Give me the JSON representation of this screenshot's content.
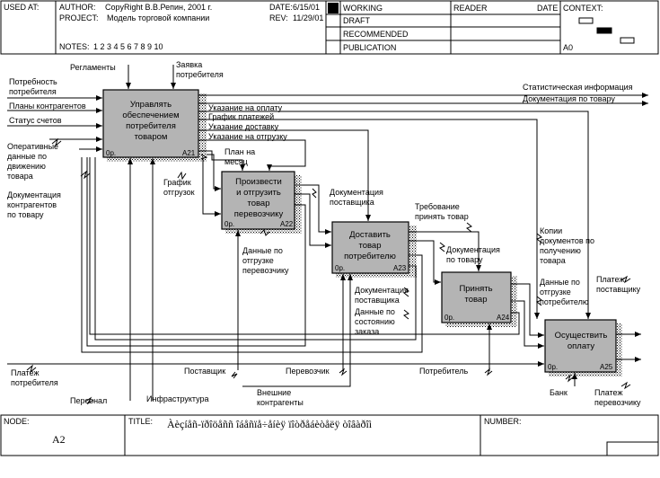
{
  "header": {
    "used_at": "USED AT:",
    "author_label": "AUTHOR:",
    "author": "CopyRight В.В.Репин, 2001 г.",
    "project_label": "PROJECT:",
    "project": "Модель торговой компании",
    "notes_label": "NOTES:",
    "notes": "1 2 3 4 5 6 7 8 9 10",
    "date_label": "DATE:",
    "date": "6/15/01",
    "rev_label": "REV:",
    "rev": "11/29/01",
    "status": [
      "WORKING",
      "DRAFT",
      "RECOMMENDED",
      "PUBLICATION"
    ],
    "reader_label": "READER",
    "reader_date_label": "DATE",
    "context_label": "CONTEXT:",
    "context_node": "A0"
  },
  "boxes": [
    {
      "title": [
        "Управлять",
        "обеспечением",
        "потребителя",
        "товаром"
      ],
      "cost": "0р.",
      "number": "A21"
    },
    {
      "title": [
        "Произвести",
        "и отгрузить",
        "товар",
        "перевозчику"
      ],
      "cost": "0р.",
      "number": "A22"
    },
    {
      "title": [
        "Доставить",
        "товар",
        "потребителю"
      ],
      "cost": "0р.",
      "number": "A23"
    },
    {
      "title": [
        "Принять",
        "товар"
      ],
      "cost": "0р.",
      "number": "A24"
    },
    {
      "title": [
        "Осуществить",
        "оплату"
      ],
      "cost": "0р.",
      "number": "A25"
    }
  ],
  "labels": {
    "reglamenty": "Регламенты",
    "zayavka": [
      "Заявка",
      "потребителя"
    ],
    "potrebnost": [
      "Потребность",
      "потребителя"
    ],
    "plany": "Планы контрагентов",
    "status_schetov": "Статус счетов",
    "operativnye": [
      "Оперативные",
      "данные по",
      "движению",
      "товара"
    ],
    "dokumentaciya_kontr": [
      "Документация",
      "контрагентов",
      "по товару"
    ],
    "stat_info": "Статистическая информация",
    "dok_po_tovaru": "Документация по товару",
    "ukazanie_oplatu": "Указание на оплату",
    "grafik_platezhey": "График платежей",
    "ukazanie_dostavku": "Указание доставку",
    "ukazanie_otgruzku": "Указание на отгрузку",
    "plan_na_mesyac": [
      "План на",
      "месяц"
    ],
    "grafik_otgruzok": [
      "График",
      "отгрузок"
    ],
    "dok_postavschika1": [
      "Документация",
      "поставщика"
    ],
    "dannye_po_otgruzke": [
      "Данные по",
      "отгрузке",
      "перевозчику"
    ],
    "trebovanie": [
      "Требование",
      "принять товар"
    ],
    "dok_po_tovaru2": [
      "Документация",
      "по товару"
    ],
    "dok_postavschika2": [
      "Документация",
      "поставщика"
    ],
    "dannye_po_sostoyaniyu": [
      "Данные по",
      "состоянию",
      "заказа"
    ],
    "kopii": [
      "Копии",
      "документов по",
      "получению",
      "товара"
    ],
    "dannye_po_otgruzke_potr": [
      "Данные по",
      "отгрузке",
      "потребителю"
    ],
    "platezh_postavschiku": [
      "Платеж",
      "поставщику"
    ],
    "platezh_perevozchiku": [
      "Платеж",
      "перевозчику"
    ],
    "platezh_potrebitelya": [
      "Платеж",
      "потребителя"
    ],
    "personal": "Персонал",
    "infrastruktura": "Инфраструктура",
    "postavschik": "Поставщик",
    "vneshnie": [
      "Внешние",
      "контрагенты"
    ],
    "perevozchik": "Перевозчик",
    "potrebitel": "Потребитель",
    "bank": "Банк"
  },
  "footer": {
    "node_label": "NODE:",
    "node": "A2",
    "title_label": "TITLE:",
    "title": "Àèçíåñ-ïðîöåññ îáåñïå÷åíèÿ ïîòðåáèòåëÿ òîâàðîì",
    "number_label": "NUMBER:"
  },
  "colors": {
    "box_fill": "#b4b4b4",
    "stroke": "#000000",
    "background": "#ffffff"
  }
}
